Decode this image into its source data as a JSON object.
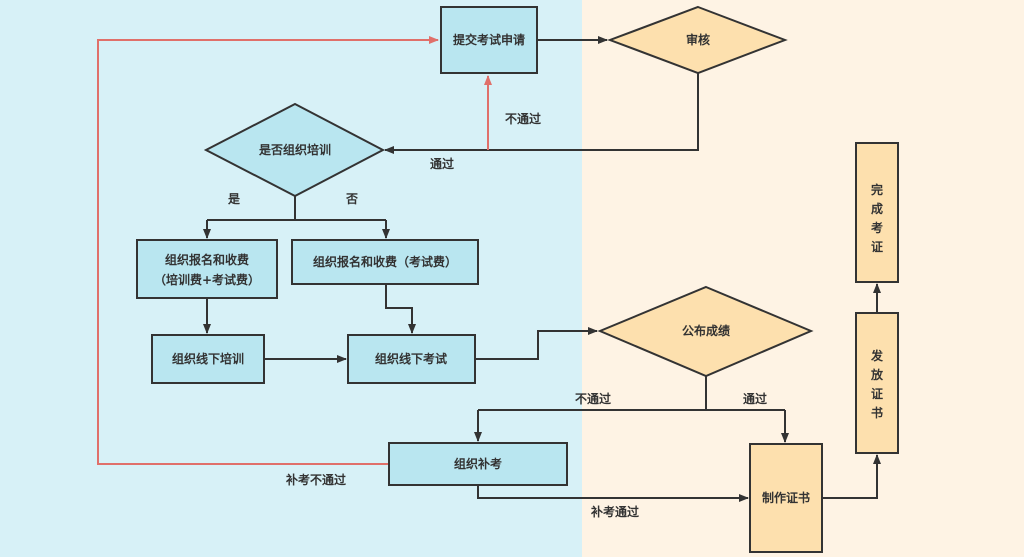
{
  "colors": {
    "left_background": "#d7f1f7",
    "right_background": "#fef3e4",
    "blue_node": "#b9e6f0",
    "orange_node": "#fde0ae",
    "border": "#333333",
    "return_arrow": "#e0706a"
  },
  "nodes": {
    "submit": "提交考试申请",
    "review": "审核",
    "decide_training": "是否组织培训",
    "register_with_training": [
      "组织报名和收费",
      "（培训费+考试费）"
    ],
    "register_exam_only": "组织报名和收费（考试费）",
    "offline_training": "组织线下培训",
    "offline_exam": "组织线下考试",
    "publish_results": "公布成绩",
    "makeup_exam": "组织补考",
    "make_certificate": "制作证书",
    "issue_certificate": [
      "发",
      "放",
      "证",
      "书"
    ],
    "complete_exam": [
      "完",
      "成",
      "考",
      "证"
    ]
  },
  "labels": {
    "review_fail": "不通过",
    "review_pass": "通过",
    "yes": "是",
    "no": "否",
    "results_fail": "不通过",
    "results_pass": "通过",
    "makeup_fail": "补考不通过",
    "makeup_pass": "补考通过"
  }
}
